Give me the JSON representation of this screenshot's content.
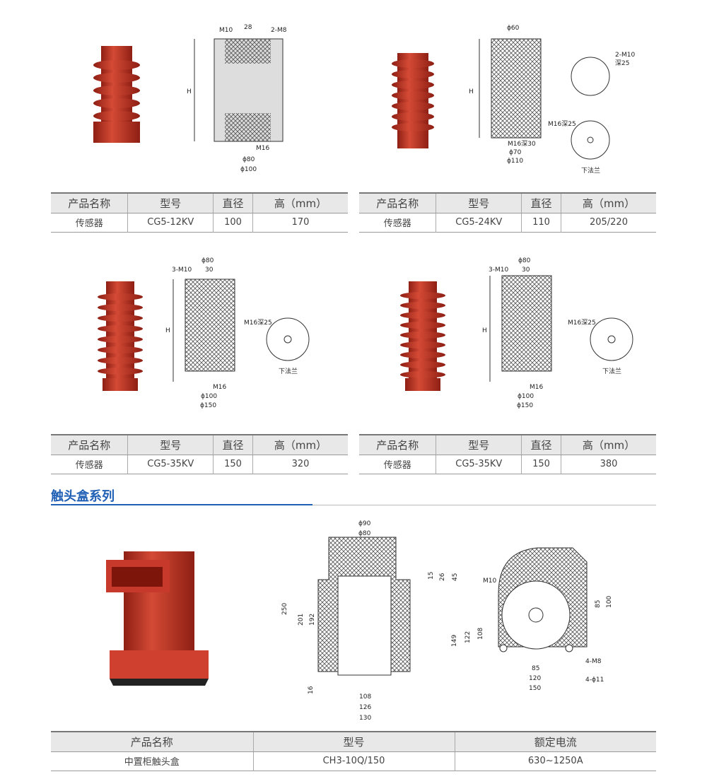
{
  "sensor_tables": [
    {
      "headers": [
        "产品名称",
        "型号",
        "直径",
        "高（mm）"
      ],
      "row": [
        "传感器",
        "CG5-12KV",
        "100",
        "170"
      ],
      "diagram_labels": {
        "top": [
          "M10",
          "28",
          "2-M8"
        ],
        "h": "H",
        "bottom": [
          "M16",
          "ϕ80",
          "ϕ100"
        ]
      }
    },
    {
      "headers": [
        "产品名称",
        "型号",
        "直径",
        "高（mm）"
      ],
      "row": [
        "传感器",
        "CG5-24KV",
        "110",
        "205/220"
      ],
      "diagram_labels": {
        "top": [
          "ϕ60"
        ],
        "h": "H",
        "bottom": [
          "M16深30",
          "ϕ70",
          "ϕ110"
        ],
        "side_top": [
          "2-M10",
          "深25"
        ],
        "side_bottom": "M16深25",
        "flange": "下法兰"
      }
    },
    {
      "headers": [
        "产品名称",
        "型号",
        "直径",
        "高（mm）"
      ],
      "row": [
        "传感器",
        "CG5-35KV",
        "150",
        "320"
      ],
      "diagram_labels": {
        "top": [
          "ϕ80",
          "3-M10",
          "30"
        ],
        "h": "H",
        "bottom": [
          "M16",
          "ϕ100",
          "ϕ150"
        ],
        "side": "M16深25",
        "flange": "下法兰"
      }
    },
    {
      "headers": [
        "产品名称",
        "型号",
        "直径",
        "高（mm）"
      ],
      "row": [
        "传感器",
        "CG5-35KV",
        "150",
        "380"
      ],
      "diagram_labels": {
        "top": [
          "ϕ80",
          "3-M10",
          "30"
        ],
        "h": "H",
        "bottom": [
          "M16",
          "ϕ100",
          "ϕ150"
        ],
        "side": "M16深25",
        "flange": "下法兰"
      }
    }
  ],
  "section_title": "触头盒系列",
  "contact_box": {
    "headers": [
      "产品名称",
      "型号",
      "额定电流"
    ],
    "row": [
      "中置柜触头盒",
      "CH3-10Q/150",
      "630~1250A"
    ],
    "front_labels": [
      "ϕ90",
      "ϕ80",
      "250",
      "201",
      "192",
      "15",
      "26",
      "45",
      "16",
      "108",
      "126",
      "130"
    ],
    "side_labels": [
      "M10",
      "85",
      "100",
      "149",
      "122",
      "108",
      "85",
      "120",
      "150",
      "4-M8",
      "4-ϕ11"
    ]
  },
  "colors": {
    "accent": "#1f5fb4",
    "product_red": "#c0392b",
    "table_header": "#e8e8e8"
  }
}
